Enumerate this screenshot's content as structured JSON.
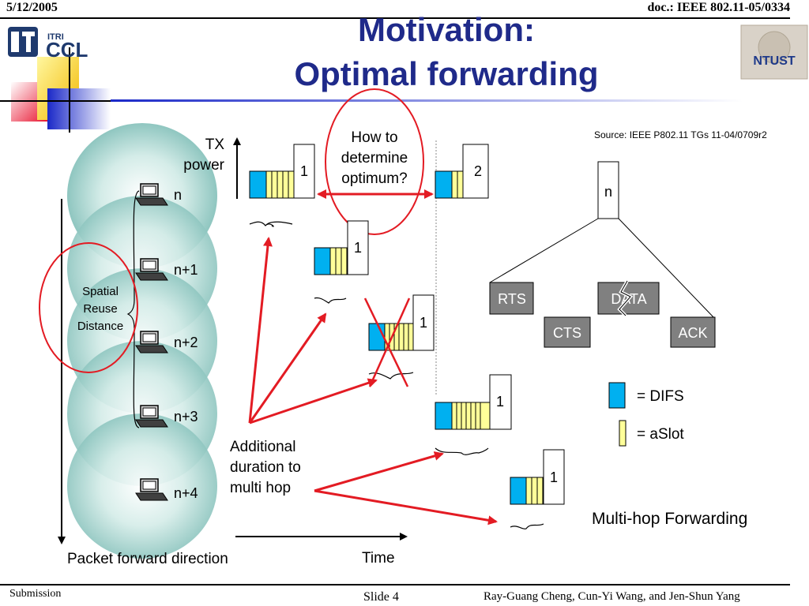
{
  "header": {
    "date": "5/12/2005",
    "doc": "doc.: IEEE 802.11-05/0334"
  },
  "title": {
    "line1": "Motivation:",
    "line2": "Optimal forwarding"
  },
  "logos": {
    "left_top": "ITRI",
    "left_bottom": "CCL",
    "right": "NTUST"
  },
  "source": "Source: IEEE P802.11 TGs 11-04/0709r2",
  "axis": {
    "tx_power_line1": "TX",
    "tx_power_line2": "power",
    "time": "Time",
    "packet_direction": "Packet forward direction"
  },
  "nodes": [
    "n",
    "n+1",
    "n+2",
    "n+3",
    "n+4"
  ],
  "spatial_reuse": [
    "Spatial",
    "Reuse",
    "Distance"
  ],
  "question": [
    "How to",
    "determine",
    "optimum?"
  ],
  "additional_duration": [
    "Additional",
    "duration to",
    "multi hop"
  ],
  "packets": [
    "1",
    "2",
    "1",
    "1",
    "1",
    "1"
  ],
  "tree": {
    "root": "n",
    "rts": "RTS",
    "data": "DATA",
    "cts": "CTS",
    "ack": "ACK"
  },
  "legend": {
    "difs": "= DIFS",
    "aslot": "= aSlot"
  },
  "multi_hop_forwarding": "Multi-hop Forwarding",
  "footer": {
    "submission": "Submission",
    "slide": "Slide 4",
    "authors": "Ray-Guang Cheng, Cun-Yi Wang, and Jen-Shun Yang"
  },
  "colors": {
    "title": "#1f2a8a",
    "difs": "#00b0f0",
    "aslot": "#ffff99",
    "annotation_red": "#e31b23",
    "frame_box": "#808080"
  }
}
